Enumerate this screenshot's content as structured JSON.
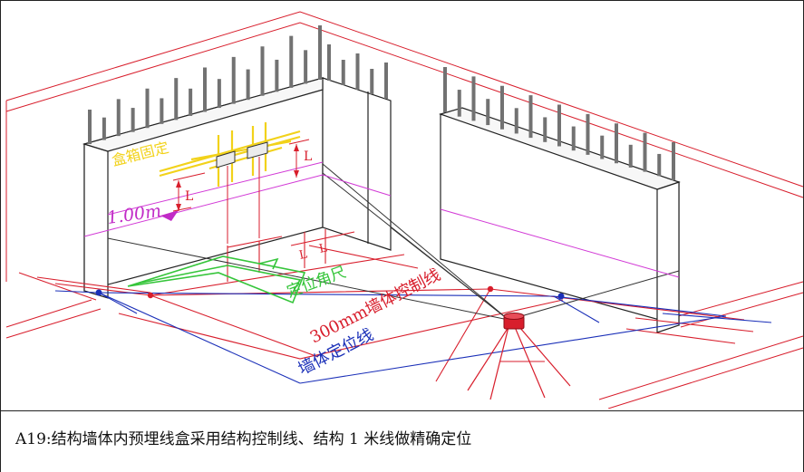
{
  "labels": {
    "box_fix": "盒箱固定",
    "height_1m": "1.00m",
    "dim_l_left": "L",
    "dim_l_right": "L",
    "dim_l_floor_1": "L",
    "dim_l_floor_2": "L",
    "position_ruler": "定位角尺",
    "control_line_300": "300mm墙体控制线",
    "wall_position_line": "墙体定位线"
  },
  "caption": {
    "text": "A19:结构墙体内预埋线盒采用结构控制线、结构 1 米线做精确定位"
  },
  "colors": {
    "red": "#d81e2c",
    "blue": "#1a2fb8",
    "magenta": "#d23ad6",
    "yellow": "#f2d21a",
    "green": "#35c53a",
    "wall_line": "#222222",
    "rebar": "#6e6e6e"
  }
}
